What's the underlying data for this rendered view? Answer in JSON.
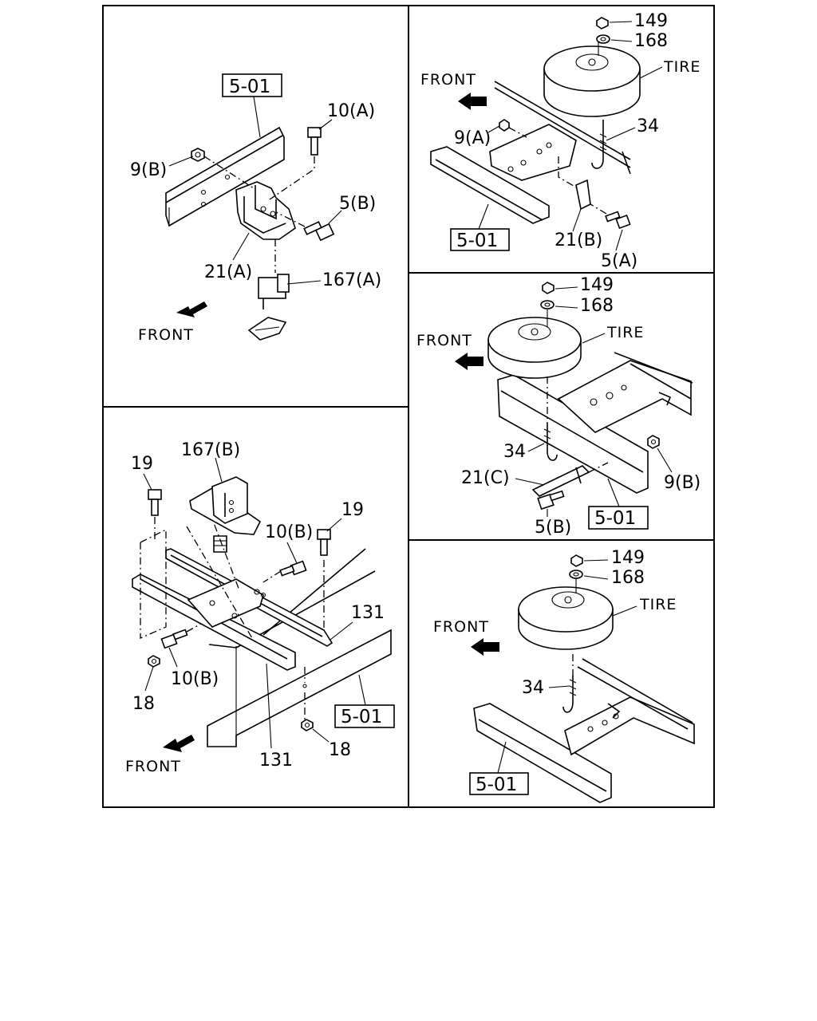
{
  "panels": {
    "top_left": {
      "ref_box": "5-01",
      "labels": {
        "p10a": "10(A)",
        "p9b": "9(B)",
        "p5b": "5(B)",
        "p21a": "21(A)",
        "p167a": "167(A)",
        "front": "FRONT"
      }
    },
    "top_right": {
      "ref_box": "5-01",
      "labels": {
        "p149": "149",
        "p168": "168",
        "tire": "TIRE",
        "front": "FRONT",
        "p34": "34",
        "p9a": "9(A)",
        "p21b": "21(B)",
        "p5a": "5(A)"
      }
    },
    "middle_right": {
      "ref_box": "5-01",
      "labels": {
        "p149": "149",
        "p168": "168",
        "tire": "TIRE",
        "front": "FRONT",
        "p34": "34",
        "p21c": "21(C)",
        "p9b": "9(B)",
        "p5b": "5(B)"
      }
    },
    "bottom_left": {
      "ref_box": "5-01",
      "labels": {
        "p167b": "167(B)",
        "p19a": "19",
        "p19b": "19",
        "p10b_top": "10(B)",
        "p131a": "131",
        "p18a": "18",
        "p10b_bot": "10(B)",
        "p18b": "18",
        "p131b": "131",
        "front": "FRONT"
      }
    },
    "bottom_right": {
      "ref_box": "5-01",
      "labels": {
        "p149": "149",
        "p168": "168",
        "tire": "TIRE",
        "front": "FRONT",
        "p34": "34"
      }
    }
  }
}
